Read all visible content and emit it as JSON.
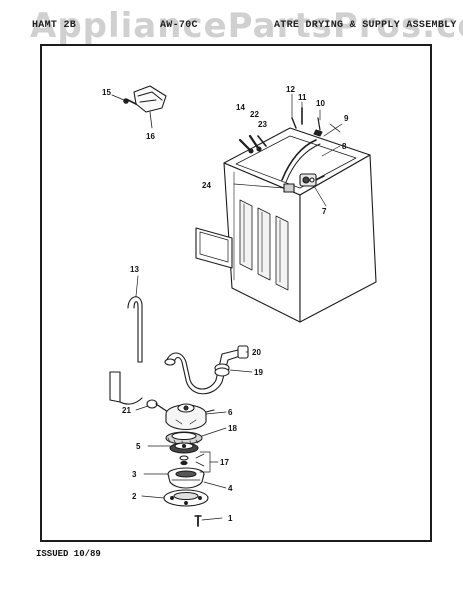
{
  "watermark": "AppliancePartsPros.com",
  "header": {
    "model": "HAMT 2B",
    "code": "AW-70C",
    "title": "ATRE DRYING & SUPPLY ASSEMBLY"
  },
  "footer": {
    "issued": "ISSUED 10/89"
  },
  "callouts": {
    "c1": "1",
    "c2": "2",
    "c3": "3",
    "c4": "4",
    "c5": "5",
    "c6": "6",
    "c7": "7",
    "c8": "8",
    "c9": "9",
    "c10": "10",
    "c11": "11",
    "c12": "12",
    "c13": "13",
    "c14": "14",
    "c15": "15",
    "c16": "16",
    "c17": "17",
    "c18": "18",
    "c19": "19",
    "c20": "20",
    "c21": "21",
    "c22": "22",
    "c23": "23",
    "c24": "24"
  }
}
